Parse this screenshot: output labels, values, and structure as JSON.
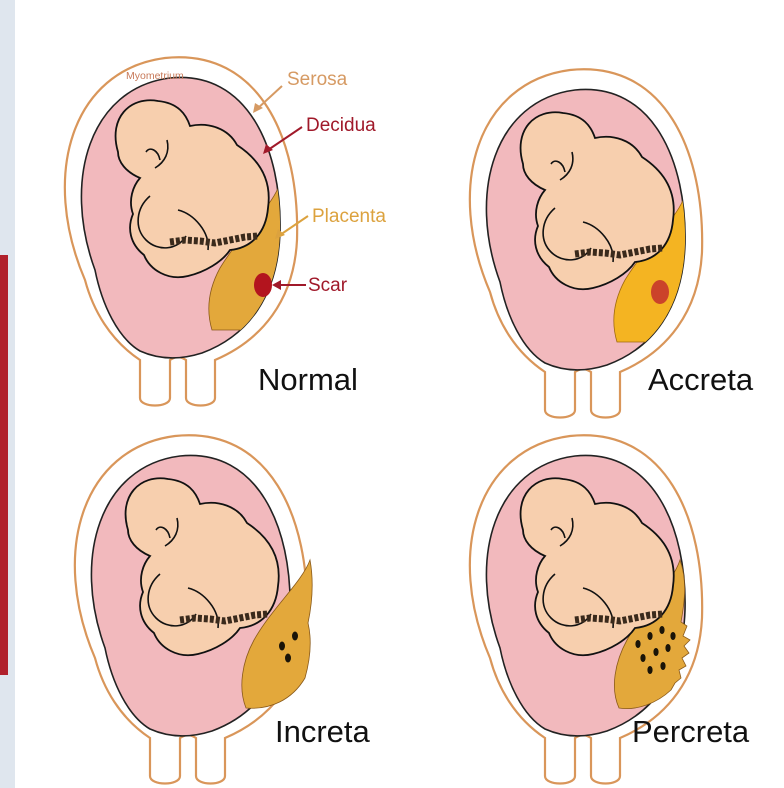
{
  "panels": [
    {
      "id": "normal",
      "caption": "Normal"
    },
    {
      "id": "accreta",
      "caption": "Accreta"
    },
    {
      "id": "increta",
      "caption": "Increta"
    },
    {
      "id": "percreta",
      "caption": "Percreta"
    }
  ],
  "labels": {
    "myometrium": "Myometrium",
    "serosa": "Serosa",
    "decidua": "Decidua",
    "placenta": "Placenta",
    "scar": "Scar"
  },
  "colors": {
    "background": "#dfe6ee",
    "panel": "#ffffff",
    "serosa_line": "#d9965a",
    "myometrium_fill": "#f2b9bd",
    "fetus_fill": "#f7cfae",
    "placenta_normal": "#e3a83b",
    "placenta_accreta": "#f4b422",
    "scar": "#b3141e",
    "decidua_label": "#a0192a",
    "placenta_label": "#dca23e",
    "serosa_label": "#d69a63",
    "side_strip": "#b0202c"
  }
}
